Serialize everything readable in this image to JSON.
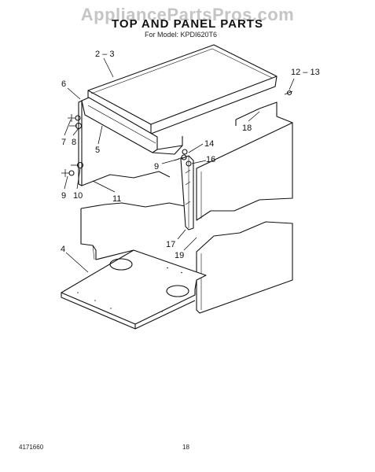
{
  "watermark": "AppliancePartsPros.com",
  "title": "TOP AND PANEL PARTS",
  "subtitle": "For Model: KPDI620T6",
  "footer": {
    "doc_number": "4171660",
    "page_number": "18"
  },
  "callouts": {
    "c23": "2 – 3",
    "c1213": "12 – 13",
    "c6": "6",
    "c7": "7",
    "c8": "8",
    "c5": "5",
    "c18": "18",
    "c14": "14",
    "c9a": "9",
    "c16": "16",
    "c9b": "9",
    "c10": "10",
    "c11": "11",
    "c4": "4",
    "c17": "17",
    "c19": "19"
  }
}
